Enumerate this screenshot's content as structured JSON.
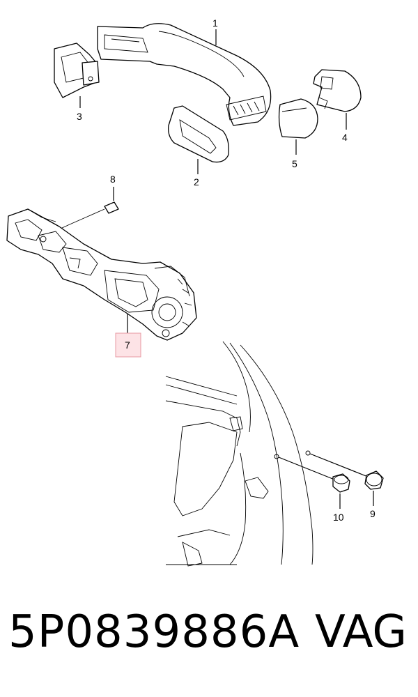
{
  "callouts": {
    "c1": "1",
    "c2": "2",
    "c3": "3",
    "c4": "4",
    "c5": "5",
    "c7": "7",
    "c8": "8",
    "c9": "9",
    "c10": "10"
  },
  "highlighted_part": "7",
  "highlight_color": "#fde3e6",
  "footer": {
    "part_number": "5P0839886A",
    "brand": "VAG"
  }
}
